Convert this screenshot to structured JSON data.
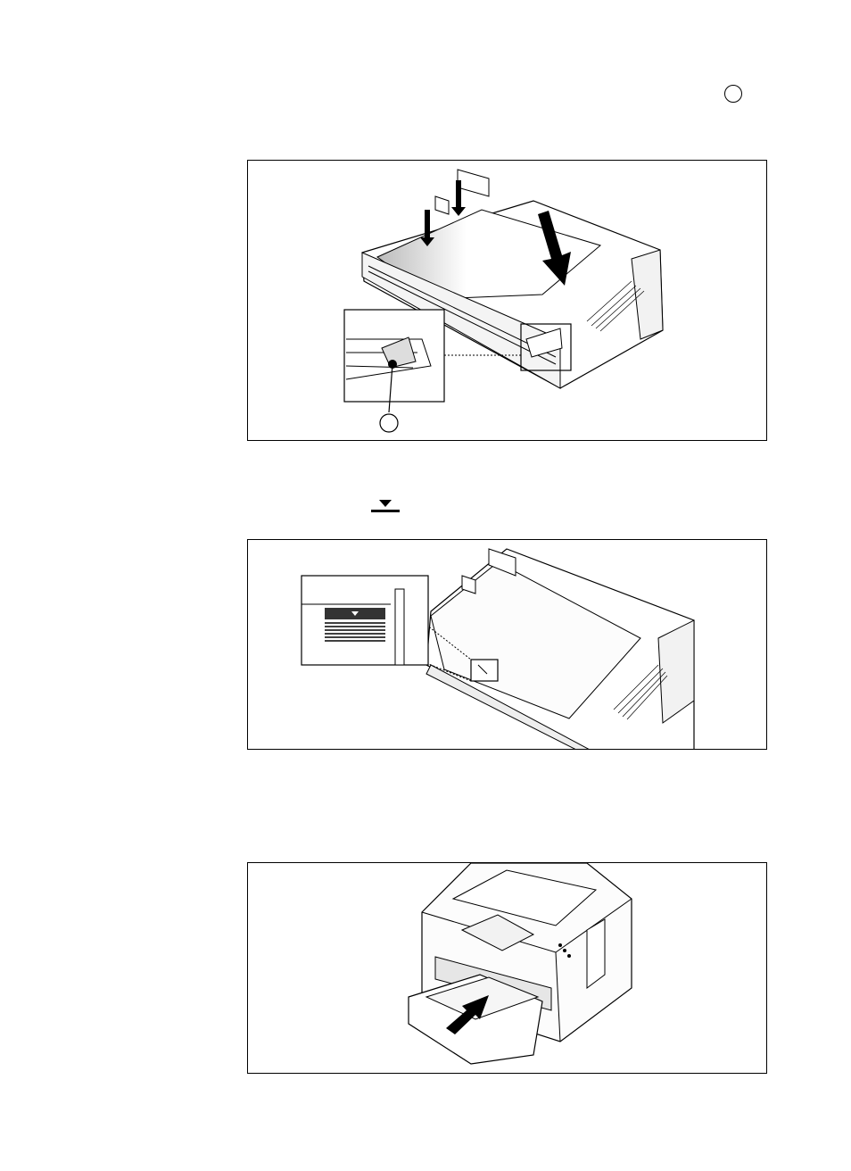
{
  "page": {
    "step1_callout_icon": "circle-callout-icon",
    "step2_fill_icon": "paper-limit-mark-icon"
  },
  "figures": [
    {
      "name": "paper-tray-loading",
      "icon": "paper-tray-illustration"
    },
    {
      "name": "paper-limit-mark",
      "icon": "paper-limit-illustration"
    },
    {
      "name": "insert-tray-into-printer",
      "icon": "printer-illustration"
    }
  ]
}
